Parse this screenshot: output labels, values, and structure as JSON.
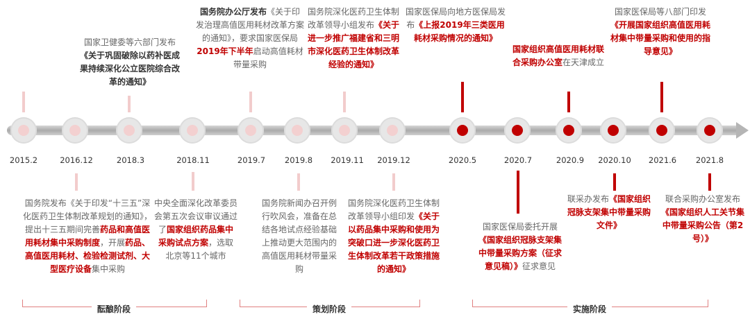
{
  "timeline": {
    "years": [
      "2015.2",
      "2016.12",
      "2018.3",
      "2018.11",
      "2019.7",
      "2019.8",
      "2019.11",
      "2019.12",
      "2020.5",
      "2020.7",
      "2020.9",
      "2020.10",
      "2021.6",
      "2021.8"
    ],
    "phases": [
      "酝酿阶段",
      "策划阶段",
      "实施阶段"
    ]
  },
  "events": {
    "e2015_2": [
      "国务院发布《关于印发“十三五”深化医药卫生体制改革规划的通知》，提出十三五期间完善",
      "药品和高值医用耗材集中采购制度",
      "，开展",
      "药品、高值医用耗材、检验检测试剂、大型医疗设备",
      "集中采购"
    ],
    "e2016_12": [
      "国家卫健委等六部门发布",
      "《关于巩固破除以药补医成果持续深化公立医院综合改革的通知》"
    ],
    "e2018_3": [
      "中央全面深化改革委员会第五次会议审议通过了",
      "国家组织药品集中采购试点方案",
      "，选取北京等11个城市"
    ],
    "e2018_11": [
      "国务院办公厅发布",
      "《关于印发治理高值医用耗材改革方案的通知》",
      "，要求国家医保局",
      "2019年下半年",
      "启动高值耗材带量采购"
    ],
    "e2019_7": [
      "国务院新闻办召开例行吹风会，准备在总结各地试点经验基础上推动更大范围内的高值医用耗材带量采购"
    ],
    "e2019_8": [
      "国务院深化医药卫生体制改革领导小组发布",
      "《关于进一步推广福建省和三明市深化医药卫生体制改革经验的通知》"
    ],
    "e2019_11": [
      "国务院深化医药卫生体制改革领导小组印发",
      "《关于以药品集中采购和使用为突破口进一步深化医药卫生体制改革若干政策措施的通知》"
    ],
    "e2020_5": [
      "国家医保局向地方医保局发布",
      "《上报2019年三类医用耗材采购情况的通知》"
    ],
    "e2020_7": [
      "国家医保局委托开展",
      "《国家组织冠脉支架集中带量采购方案（征求意见稿）》",
      "征求意见"
    ],
    "e2020_9": [
      "国家组织高值医用耗材联合采购办公室",
      "在天津成立"
    ],
    "e2020_10": [
      "联采办发布",
      "《国家组织冠脉支架集中带量采购文件》"
    ],
    "e2021_6": [
      "国家医保局等八部门印发",
      "《开展国家组织高值医用耗材集中带量采购和使用的指导意见》"
    ],
    "e2021_8": [
      "联合采购办公室发布",
      "《国家组织人工关节集中带量采购公告（第2号）》"
    ]
  },
  "colors": {
    "accent": "#c00000",
    "light_accent": "#f3d0d0",
    "text": "#666666"
  }
}
